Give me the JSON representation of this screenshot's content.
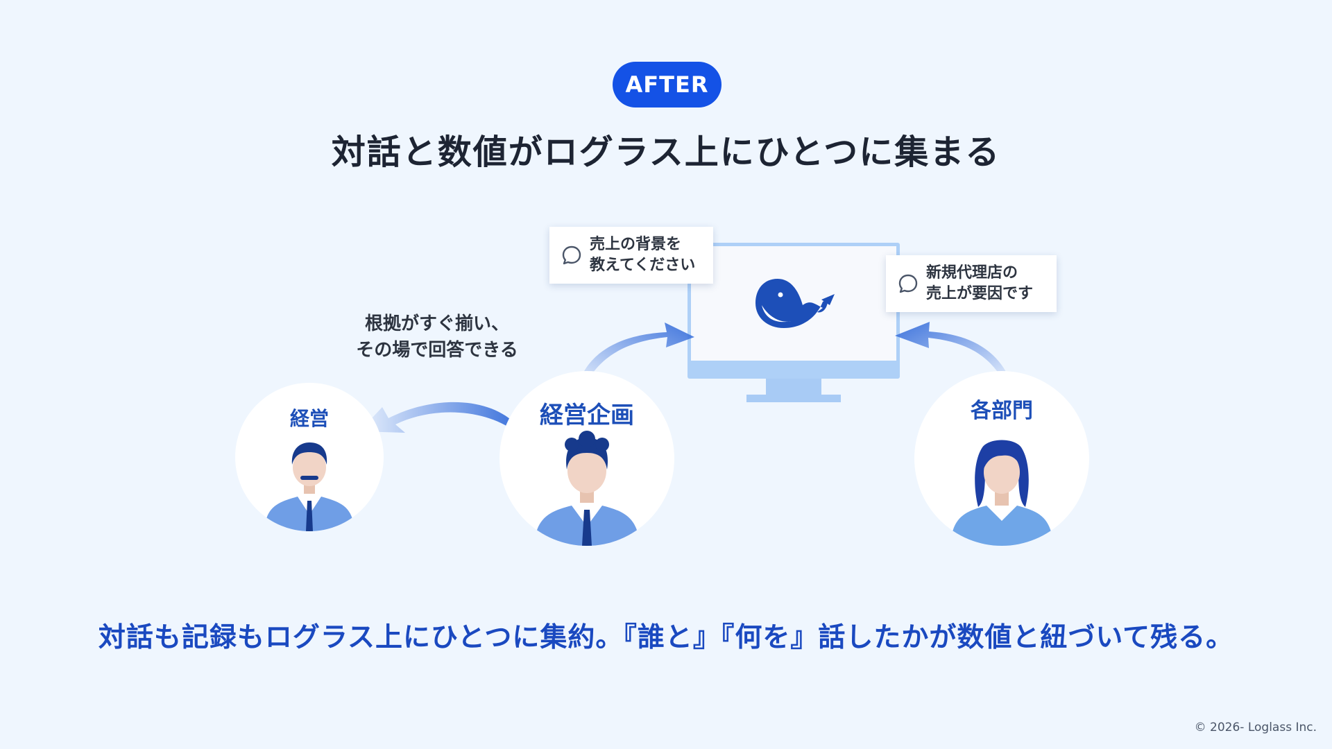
{
  "header": {
    "badge": "AFTER",
    "title": "対話と数値がログラス上にひとつに集まる"
  },
  "diagram": {
    "note_lines": [
      "根拠がすぐ揃い、",
      "その場で回答できる"
    ],
    "bubble_left_lines": [
      "売上の背景を",
      "教えてください"
    ],
    "bubble_right_lines": [
      "新規代理店の",
      "売上が要因です"
    ],
    "roles": {
      "executive": "経営",
      "planning": "経営企画",
      "departments": "各部門"
    }
  },
  "caption": "対話も記録もログラス上にひとつに集約。『誰と』『何を』話したかが数値と紐づいて残る。",
  "copyright": "© 2026- Loglass Inc.",
  "colors": {
    "background": "#eff6fe",
    "brand_blue": "#1452e6",
    "caption_blue": "#1a49c0",
    "monitor_blue": "#aed0f7",
    "suit_blue": "#6f9ee6"
  },
  "icons": [
    "whale-logo-icon",
    "chat-bubble-icon",
    "arrow-icon"
  ]
}
